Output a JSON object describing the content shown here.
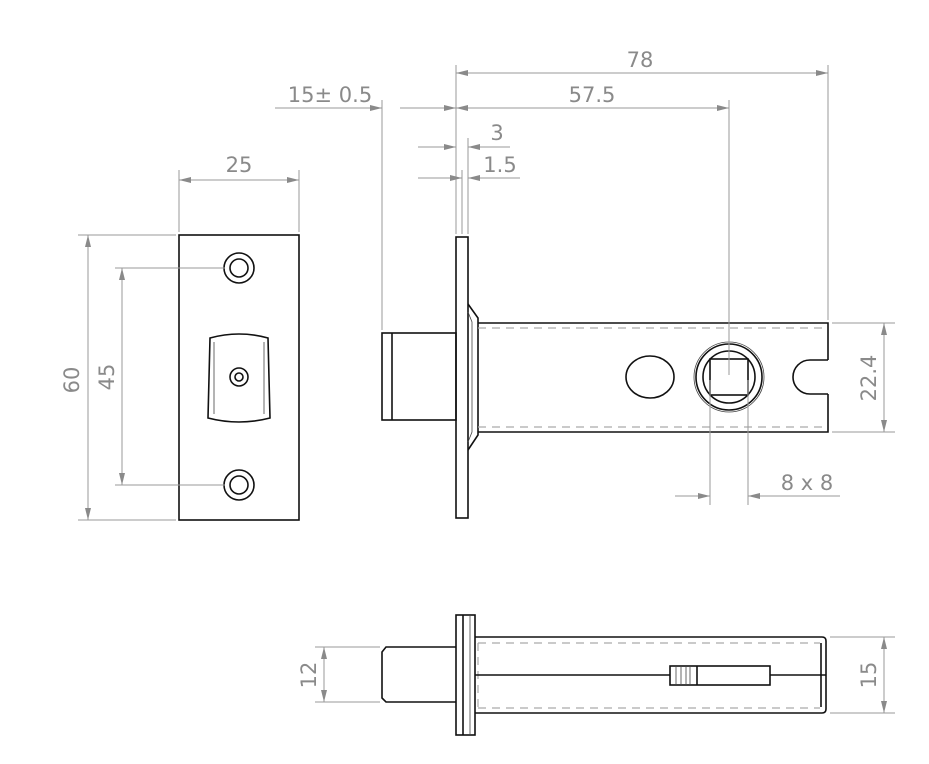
{
  "dimensions": {
    "strike_width": "25",
    "strike_height": "60",
    "strike_hole_spacing": "45",
    "overall_length": "78",
    "backset": "57.5",
    "bolt_projection": "15± 0.5",
    "faceplate_thickness": "3",
    "plate_thickness": "1.5",
    "body_height": "22.4",
    "spindle_square": "8 x 8",
    "bolt_height": "12",
    "body_thickness": "15"
  }
}
